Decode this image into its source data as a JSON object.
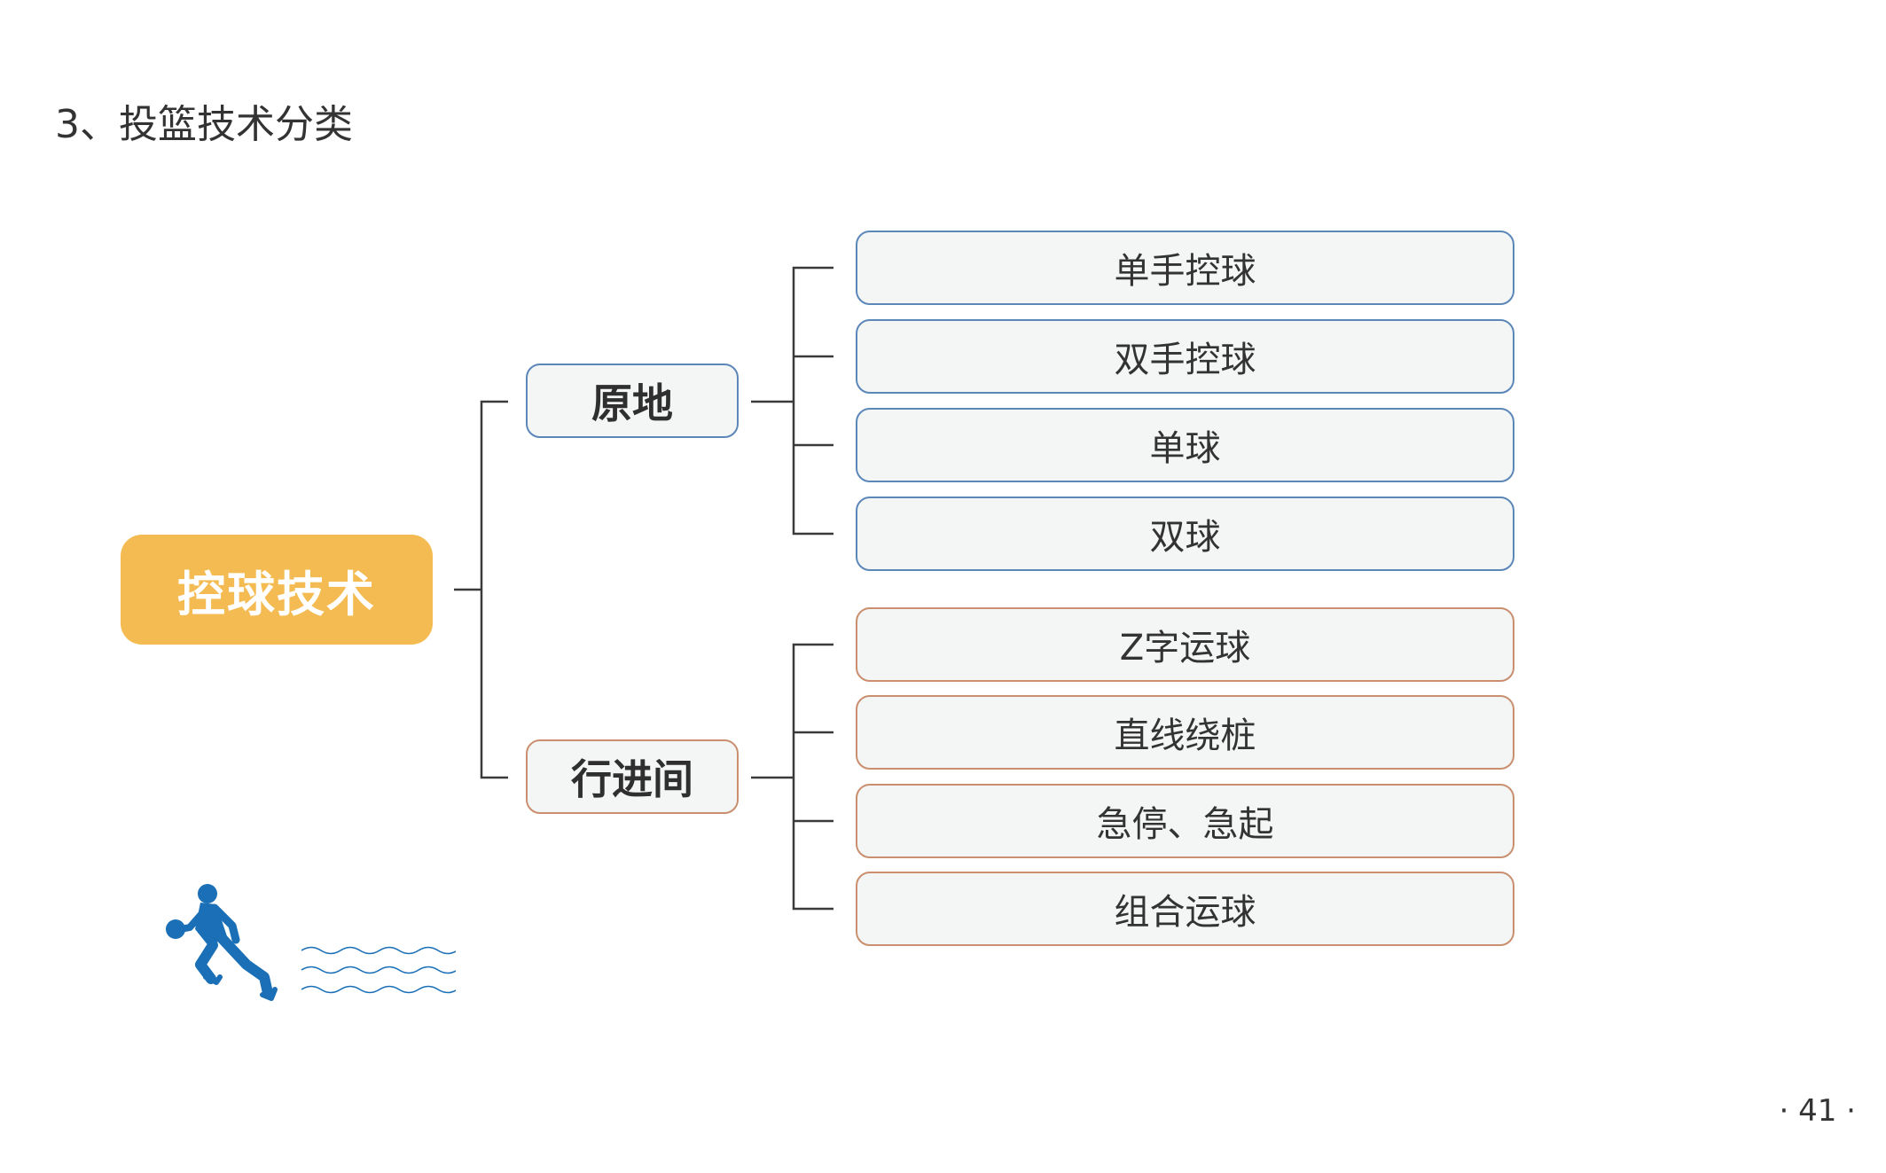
{
  "page": {
    "title": "3、投篮技术分类",
    "page_number": "· 41 ·"
  },
  "mindmap": {
    "root": {
      "label": "控球技术",
      "color": "#f4bb52"
    },
    "branches": [
      {
        "label": "原地",
        "border_color": "#5b87b9",
        "items": [
          "单手控球",
          "双手控球",
          "单球",
          "双球"
        ]
      },
      {
        "label": "行进间",
        "border_color": "#c98f6e",
        "items": [
          "Z字运球",
          "直线绕桩",
          "急停、急起",
          "组合运球"
        ]
      }
    ]
  },
  "decorations": {
    "player_icon": "basketball-dribbler-silhouette-icon",
    "wave_icon": "wave-lines-icon",
    "accent_color": "#1a6fb7"
  }
}
